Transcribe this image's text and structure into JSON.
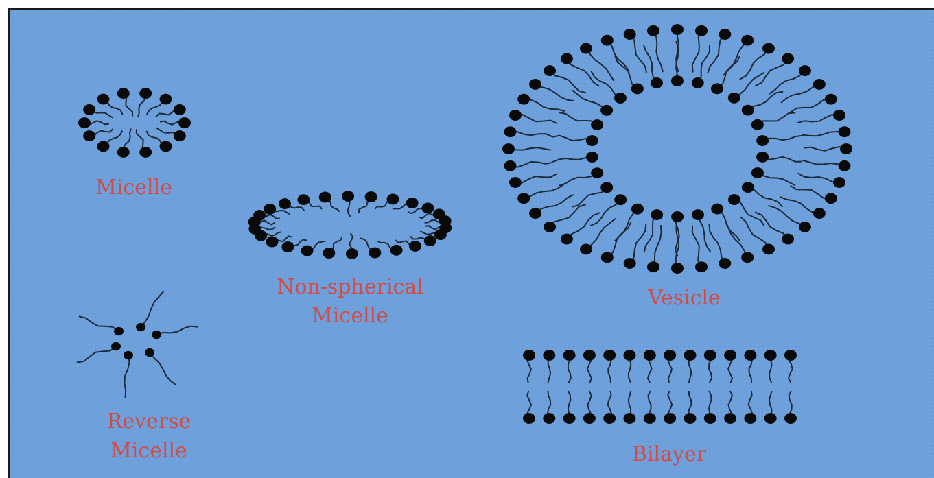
{
  "colors": {
    "background": "#6ea0dc",
    "head": "#0a0a0a",
    "tail": "#1c2a3a",
    "label": "#d24b45"
  },
  "structures": {
    "micelle": {
      "label": "Micelle"
    },
    "non_spherical_micelle": {
      "label_line1": "Non-spherical",
      "label_line2": "Micelle"
    },
    "reverse_micelle": {
      "label_line1": "Reverse",
      "label_line2": "Micelle"
    },
    "vesicle": {
      "label": "Vesicle"
    },
    "bilayer": {
      "label": "Bilayer"
    }
  }
}
